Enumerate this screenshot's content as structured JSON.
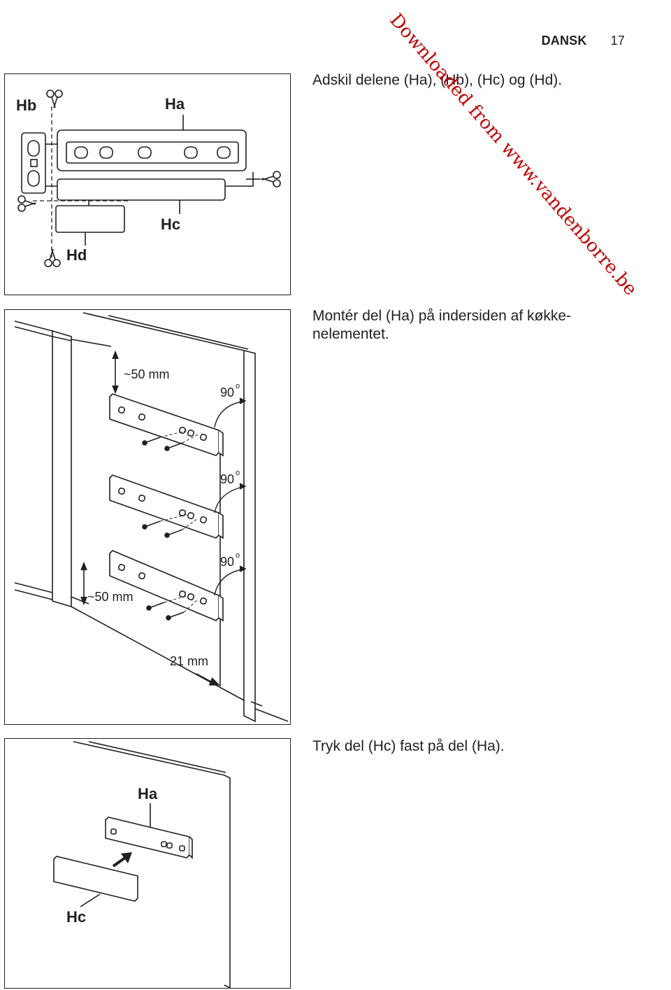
{
  "header": {
    "language": "DANSK",
    "page_number": "17"
  },
  "steps": [
    {
      "caption": "Adskil delene (Ha), (Hb), (Hc) og (Hd).",
      "labels": {
        "ha": "Ha",
        "hb": "Hb",
        "hc": "Hc",
        "hd": "Hd"
      }
    },
    {
      "caption": "Montér del (Ha) på indersiden af køkke-nelementet.",
      "dims": {
        "top_gap": "~50 mm",
        "bottom_gap": "~50 mm",
        "depth": "21 mm",
        "angle": "90",
        "angle_unit": "o"
      }
    },
    {
      "caption": "Tryk del (Hc) fast på del (Ha).",
      "labels": {
        "ha": "Ha",
        "hc": "Hc"
      }
    }
  ],
  "watermark": "Downloaded from www.vandenborre.be"
}
